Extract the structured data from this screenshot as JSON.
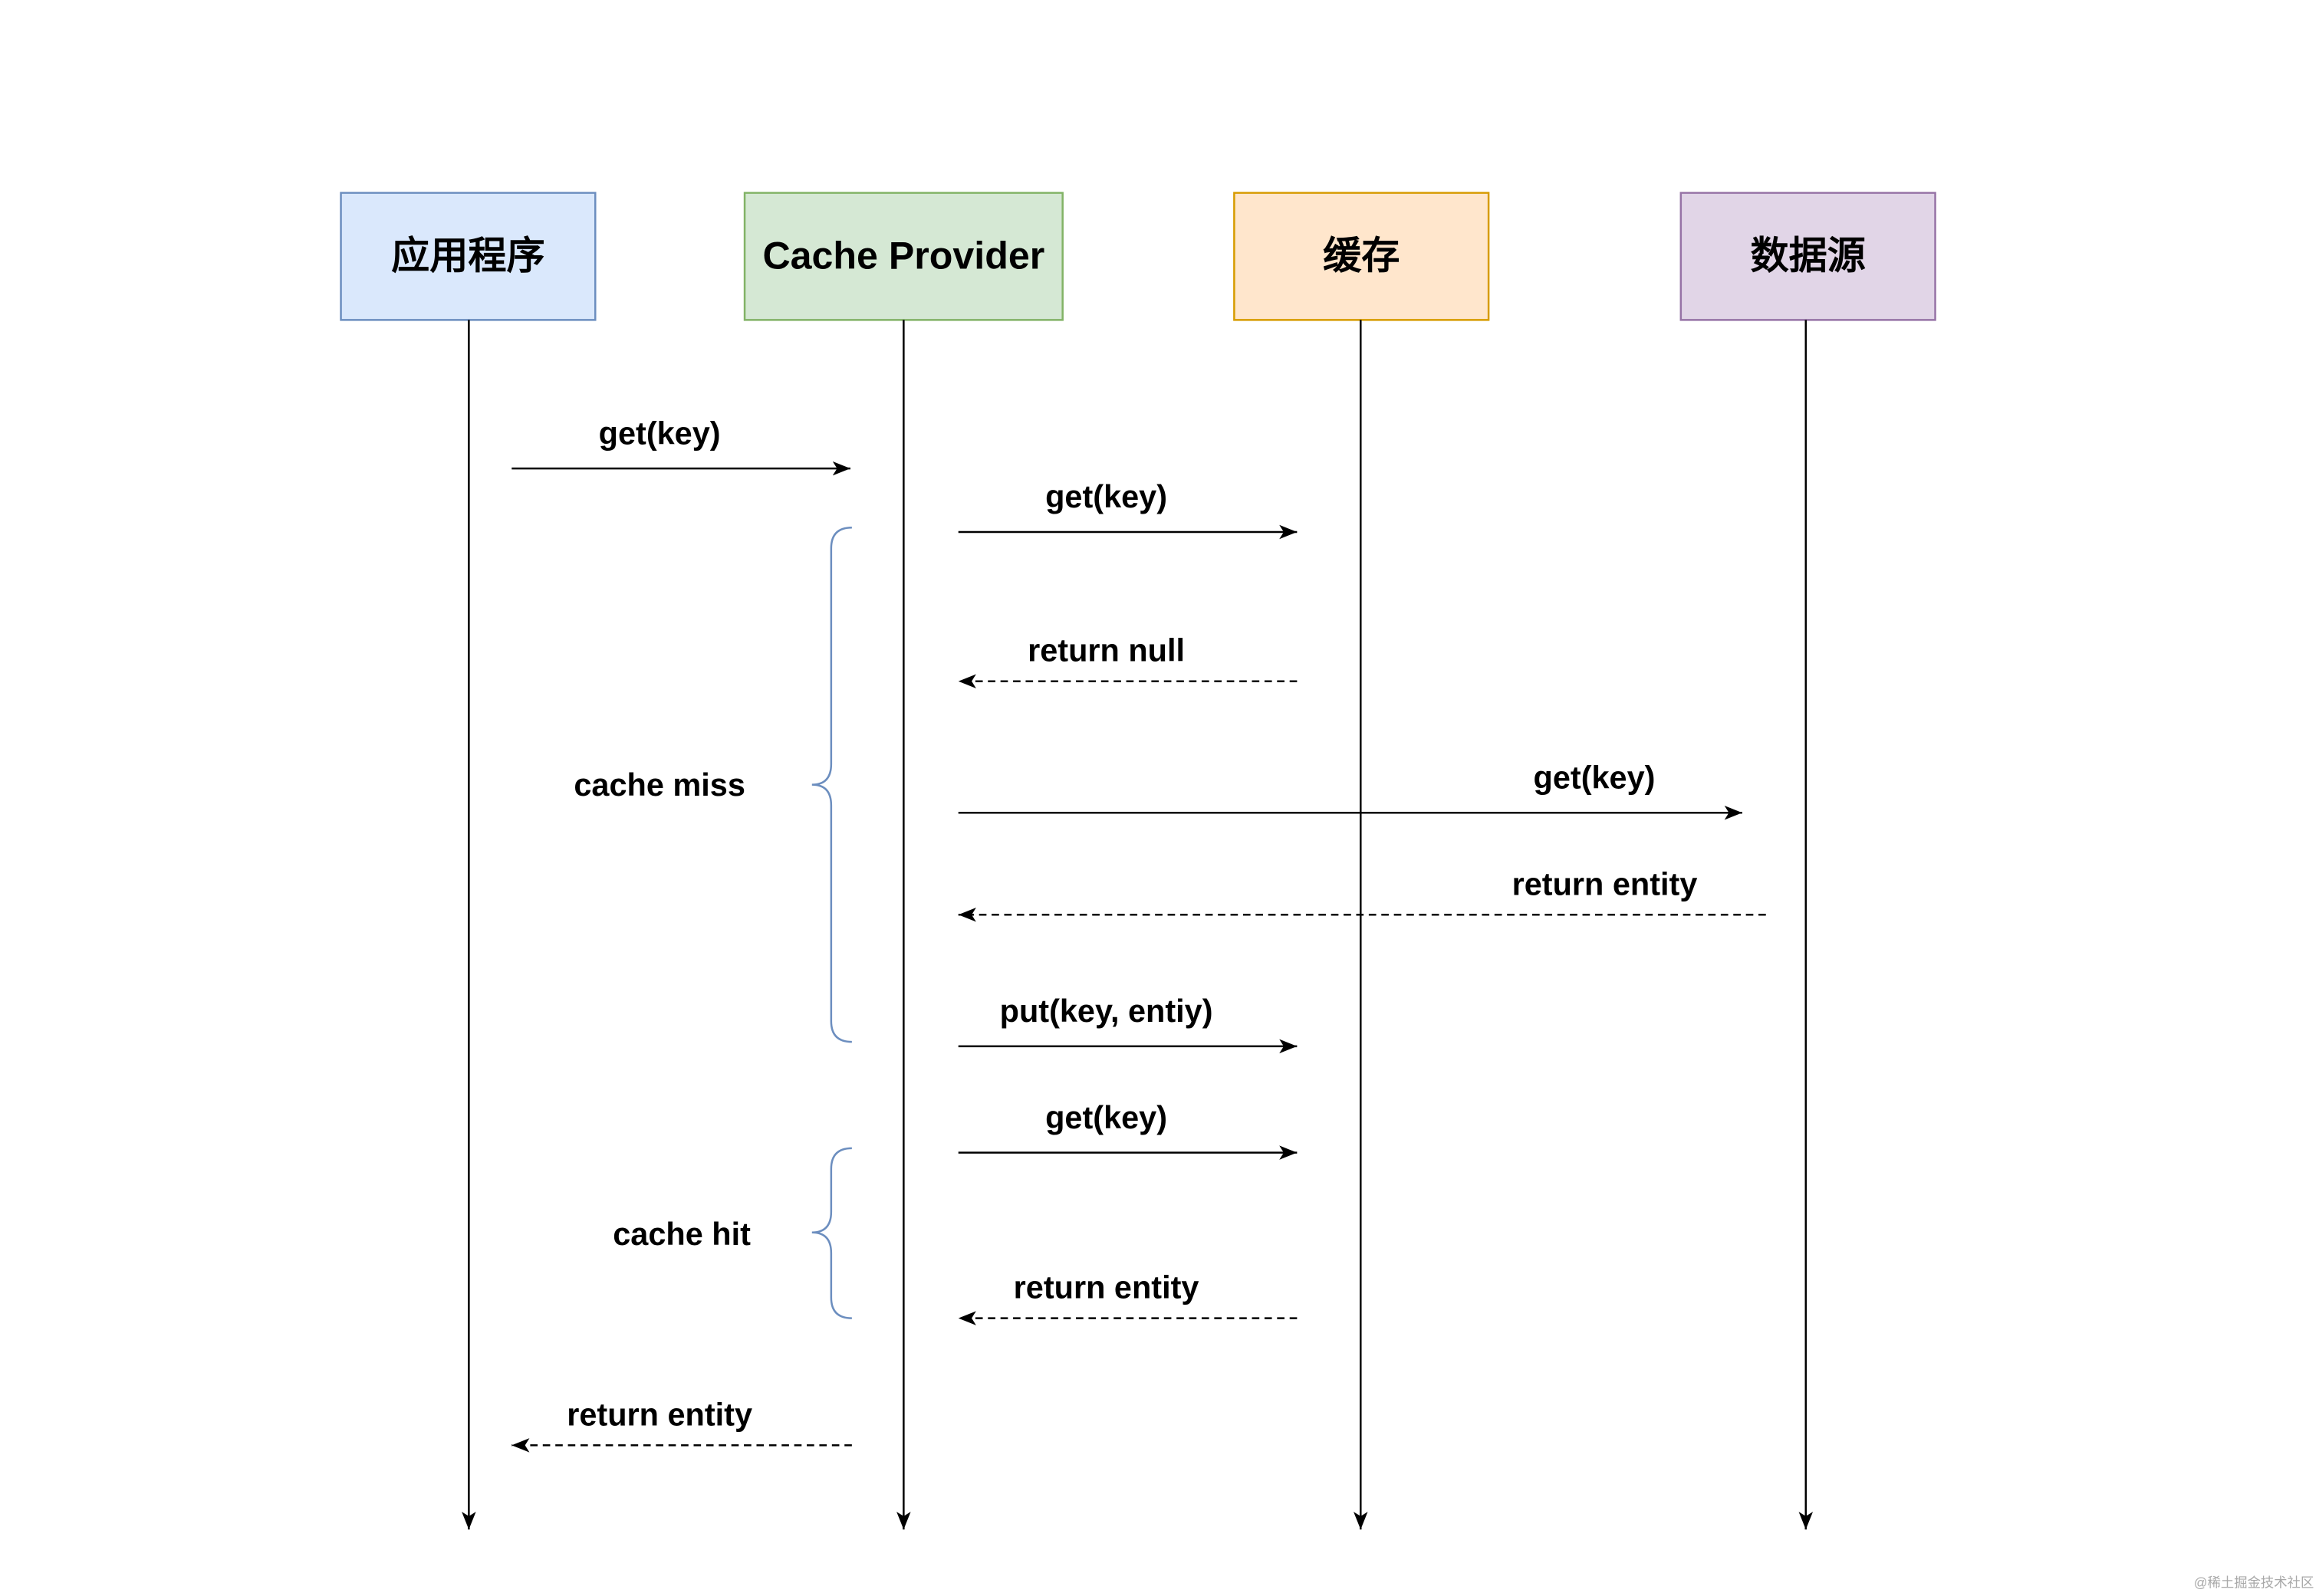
{
  "diagram": {
    "participants": [
      {
        "label": "应用程序",
        "fill": "#dae8fc",
        "stroke": "#6c8ebf"
      },
      {
        "label": "Cache Provider",
        "fill": "#d5e8d4",
        "stroke": "#82b366"
      },
      {
        "label": "缓存",
        "fill": "#ffe6cc",
        "stroke": "#d79b00"
      },
      {
        "label": "数据源",
        "fill": "#e1d5e7",
        "stroke": "#9673a6"
      }
    ],
    "messages": [
      {
        "label": "get(key)",
        "from": 0,
        "to": 1,
        "dashed": false
      },
      {
        "label": "get(key)",
        "from": 1,
        "to": 2,
        "dashed": false
      },
      {
        "label": "return null",
        "from": 2,
        "to": 1,
        "dashed": true
      },
      {
        "label": "get(key)",
        "from": 1,
        "to": 3,
        "dashed": false
      },
      {
        "label": "return entity",
        "from": 3,
        "to": 1,
        "dashed": true
      },
      {
        "label": "put(key, entiy)",
        "from": 1,
        "to": 2,
        "dashed": false
      },
      {
        "label": "get(key)",
        "from": 1,
        "to": 2,
        "dashed": false
      },
      {
        "label": "return entity",
        "from": 2,
        "to": 1,
        "dashed": true
      },
      {
        "label": "return entity",
        "from": 1,
        "to": 0,
        "dashed": true
      }
    ],
    "groups": [
      {
        "label": "cache miss",
        "first_message": 1,
        "last_message": 5
      },
      {
        "label": "cache hit",
        "first_message": 6,
        "last_message": 7
      }
    ],
    "group_brace_color": "#6c8ebf"
  },
  "watermark": "@稀土掘金技术社区"
}
